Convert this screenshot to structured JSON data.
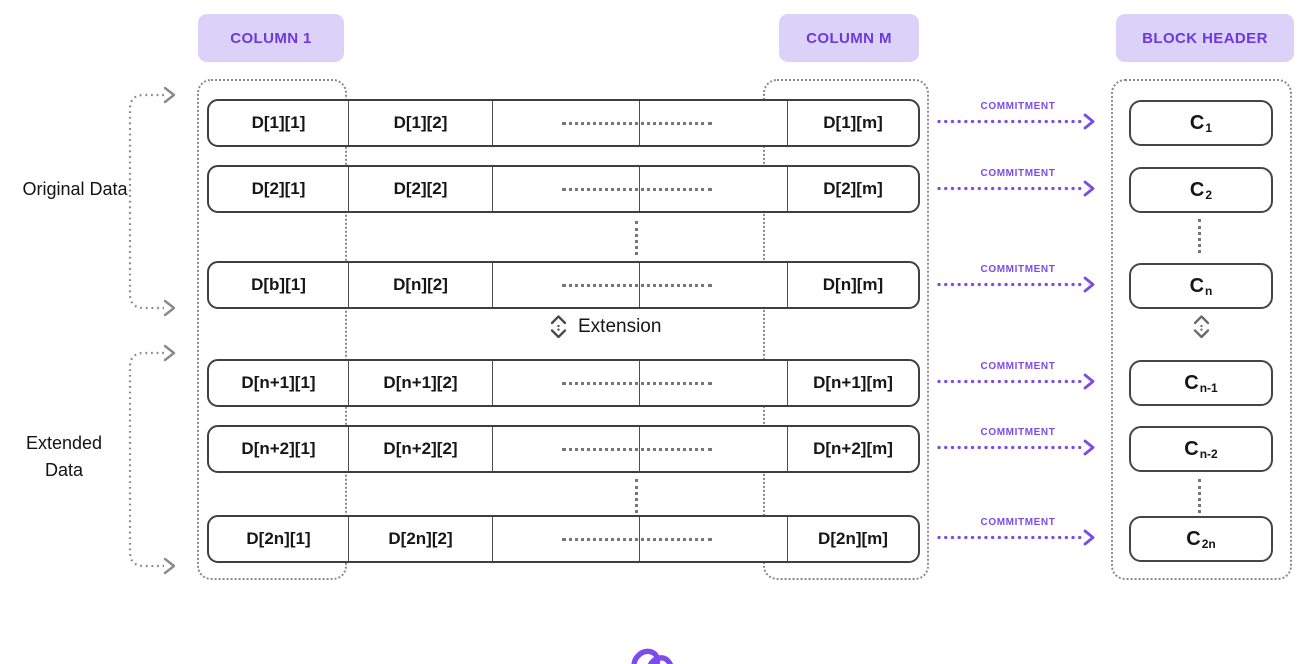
{
  "badges": {
    "column_1": "COLUMN 1",
    "column_m": "COLUMN M",
    "block_header": "BLOCK HEADER"
  },
  "side_labels": {
    "original": "Original Data",
    "extended": "Extended Data"
  },
  "labels": {
    "extension": "Extension",
    "commitment": "COMMITMENT"
  },
  "data_rows": [
    {
      "col1": "D[1][1]",
      "col2": "D[1][2]",
      "colm": "D[1][m]"
    },
    {
      "col1": "D[2][1]",
      "col2": "D[2][2]",
      "colm": "D[2][m]"
    },
    {
      "col1": "D[b][1]",
      "col2": "D[n][2]",
      "colm": "D[n][m]"
    },
    {
      "col1": "D[n+1][1]",
      "col2": "D[n+1][2]",
      "colm": "D[n+1][m]"
    },
    {
      "col1": "D[n+2][1]",
      "col2": "D[n+2][2]",
      "colm": "D[n+2][m]"
    },
    {
      "col1": "D[2n][1]",
      "col2": "D[2n][2]",
      "colm": "D[2n][m]"
    }
  ],
  "commitments": [
    {
      "base": "C",
      "sub": "1"
    },
    {
      "base": "C",
      "sub": "2"
    },
    {
      "base": "C",
      "sub": "n"
    },
    {
      "base": "C",
      "sub": "n-1"
    },
    {
      "base": "C",
      "sub": "n-2"
    },
    {
      "base": "C",
      "sub": "2n"
    }
  ],
  "icons": {
    "extension_icon": "updown-chevron-icon",
    "block_header_icon": "updown-chevron-icon",
    "bracket_icon": "dashed-bracket-arrow",
    "arrow_icon": "dashed-arrow-right",
    "logo_icon": "purple-squiggle-logo"
  },
  "colors": {
    "accent_purple": "#7B4BE8",
    "badge_bg": "#DCD2F9",
    "badge_text": "#6B39DF",
    "box_border_dark": "#3F3F3F",
    "dashed_gray": "#8A8A8A",
    "dots_gray": "#767676",
    "text": "#161616"
  }
}
